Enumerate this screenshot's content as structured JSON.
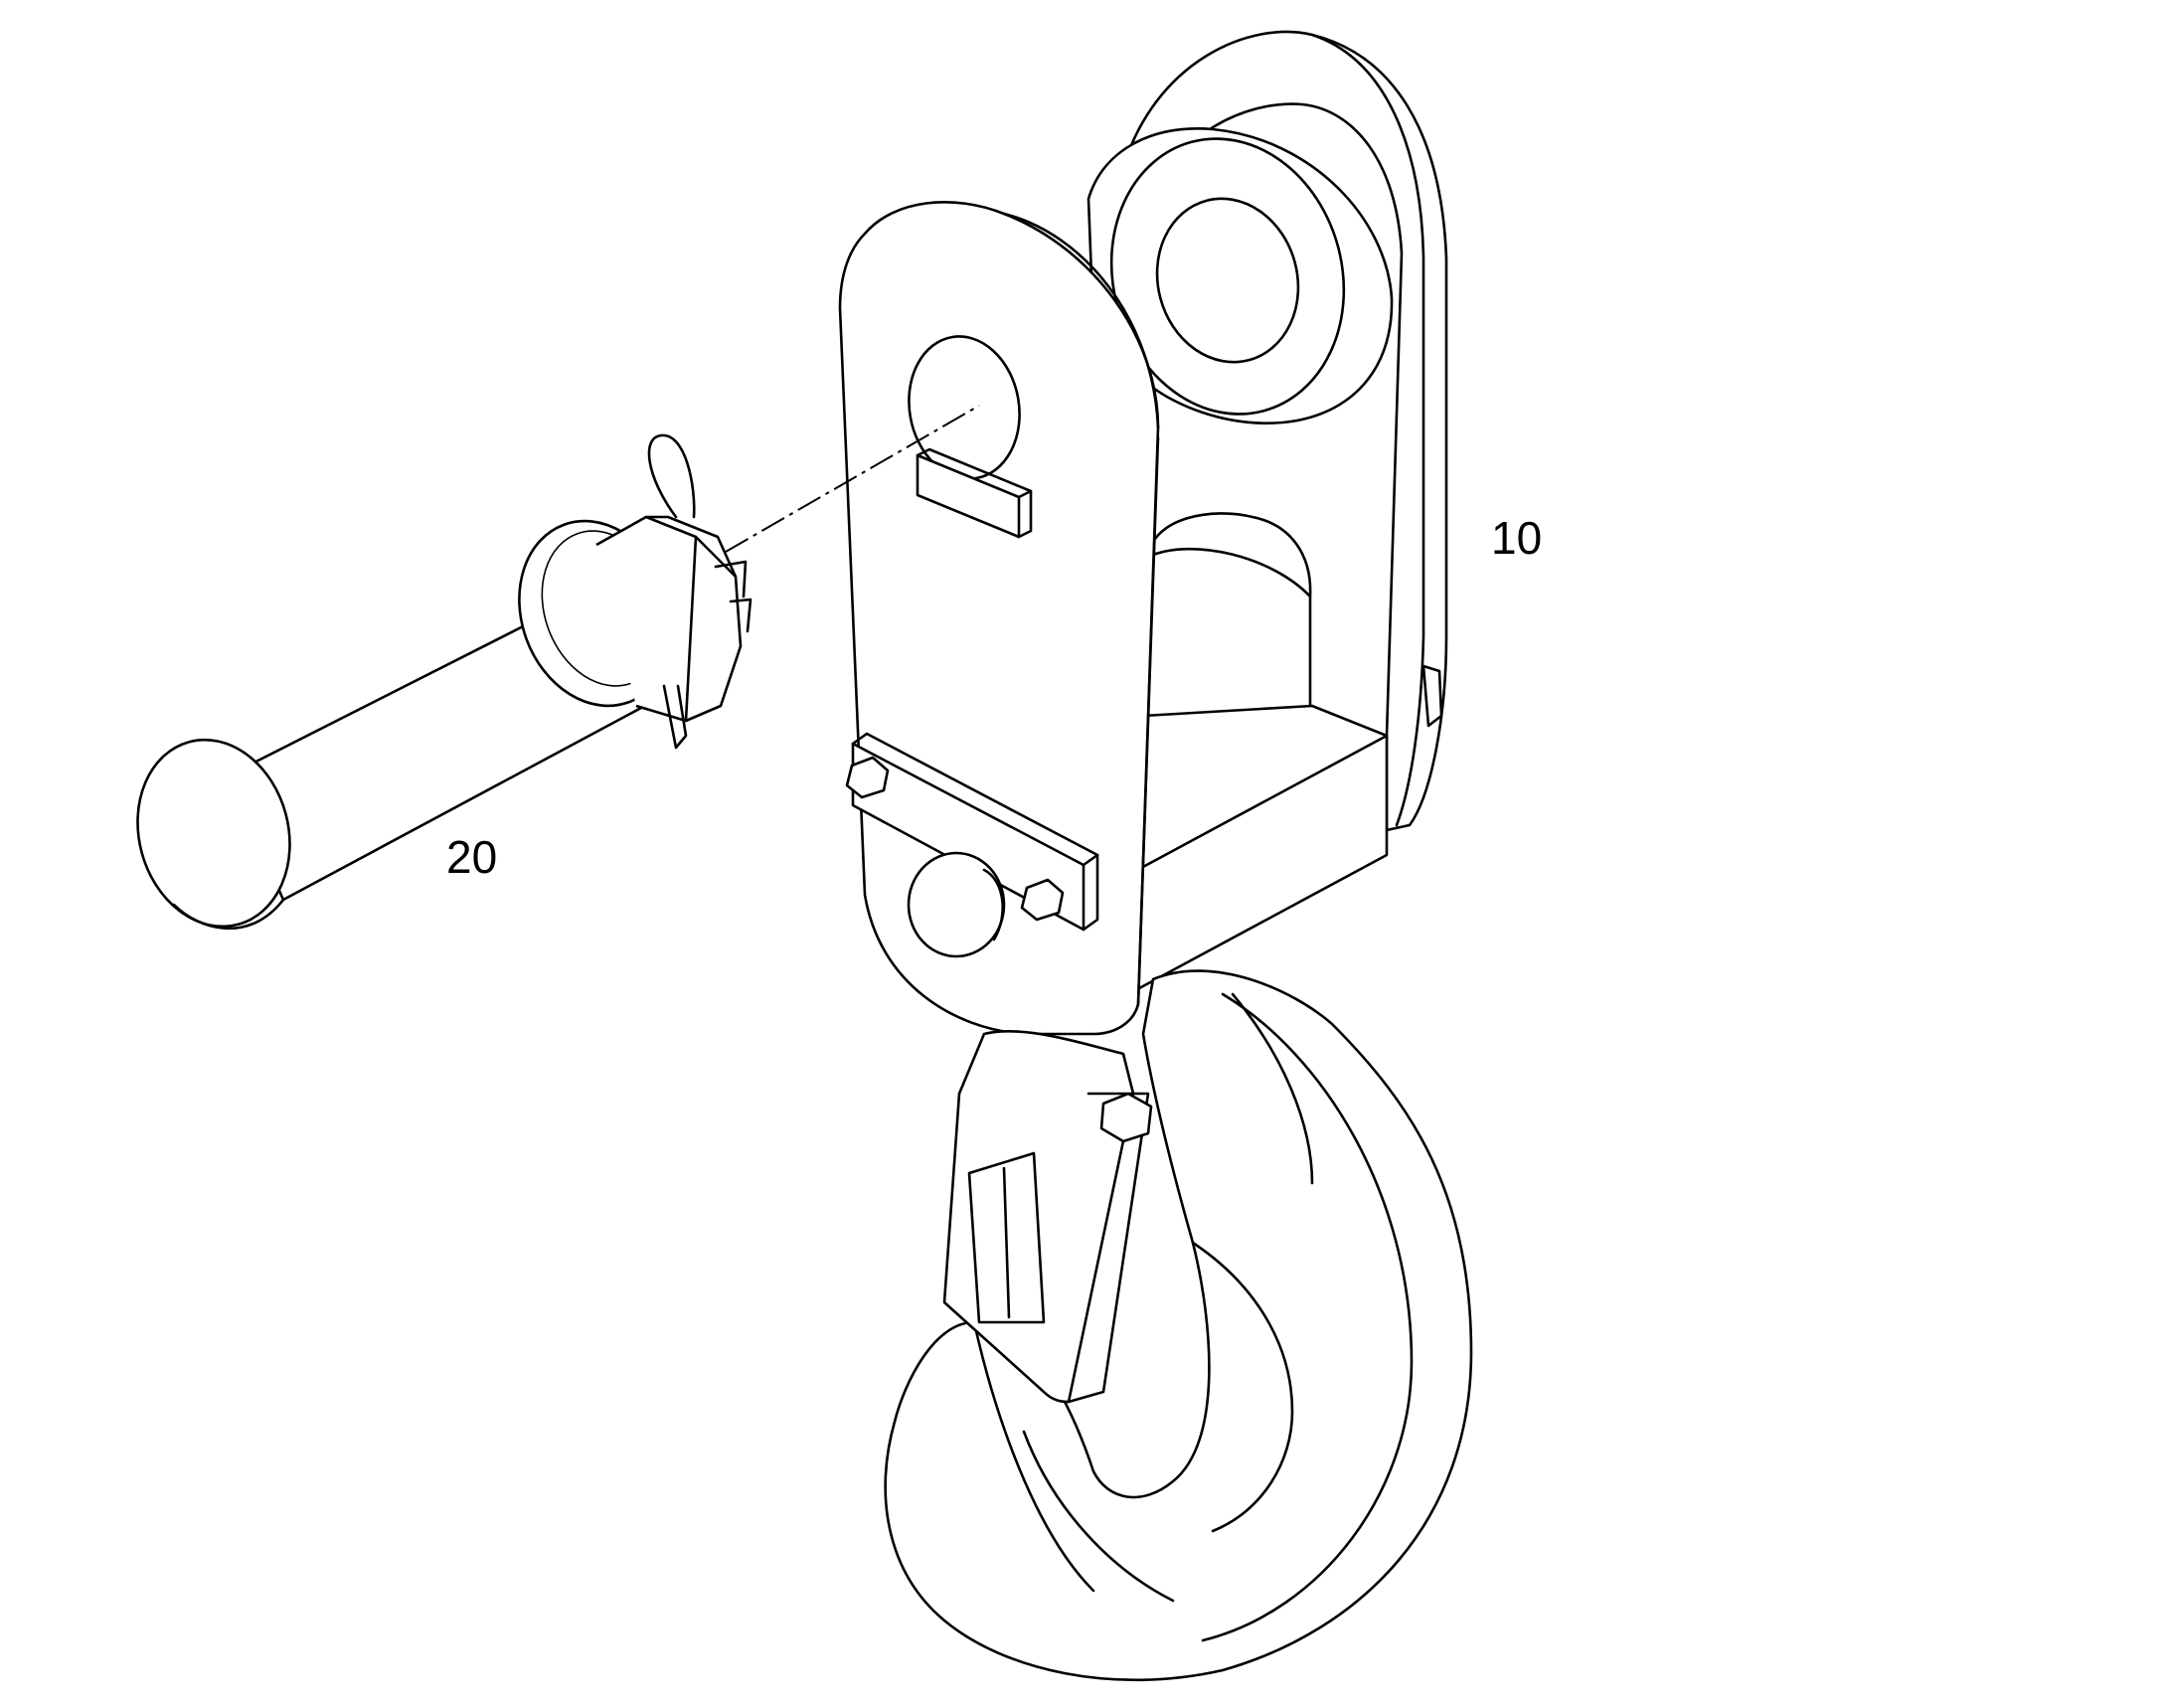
{
  "figure": {
    "callouts": [
      {
        "id": "10",
        "label": "10"
      },
      {
        "id": "20",
        "label": "20"
      }
    ],
    "colors": {
      "line": "#000000",
      "background": "#ffffff"
    }
  }
}
